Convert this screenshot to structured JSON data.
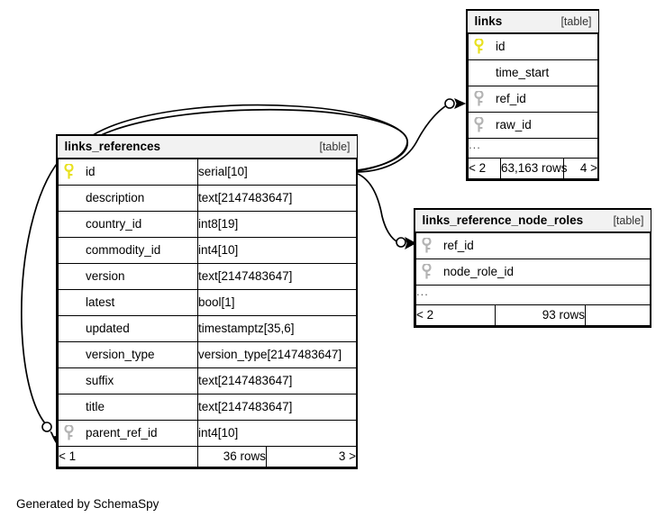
{
  "diagram": {
    "generator_caption": "Generated by SchemaSpy",
    "table_kind_label": "[table]",
    "ellipsis": "...",
    "colors": {
      "primary_key": "#e8e120",
      "foreign_key": "#b3b3b3",
      "header_background": "#f2f2f2",
      "border": "#000000",
      "background": "#ffffff"
    }
  },
  "tables": {
    "links": {
      "name": "links",
      "kind": "[table]",
      "columns": [
        {
          "key": "primary",
          "name": "id"
        },
        {
          "key": "none",
          "name": "time_start"
        },
        {
          "key": "foreign",
          "name": "ref_id"
        },
        {
          "key": "foreign",
          "name": "raw_id"
        }
      ],
      "has_ellipsis": true,
      "footer": {
        "left": "< 2",
        "center": "63,163 rows",
        "right": "4 >"
      }
    },
    "links_references": {
      "name": "links_references",
      "kind": "[table]",
      "columns": [
        {
          "key": "primary",
          "name": "id",
          "type": "serial[10]"
        },
        {
          "key": "none",
          "name": "description",
          "type": "text[2147483647]"
        },
        {
          "key": "none",
          "name": "country_id",
          "type": "int8[19]"
        },
        {
          "key": "none",
          "name": "commodity_id",
          "type": "int4[10]"
        },
        {
          "key": "none",
          "name": "version",
          "type": "text[2147483647]"
        },
        {
          "key": "none",
          "name": "latest",
          "type": "bool[1]"
        },
        {
          "key": "none",
          "name": "updated",
          "type": "timestamptz[35,6]"
        },
        {
          "key": "none",
          "name": "version_type",
          "type": "version_type[2147483647]"
        },
        {
          "key": "none",
          "name": "suffix",
          "type": "text[2147483647]"
        },
        {
          "key": "none",
          "name": "title",
          "type": "text[2147483647]"
        },
        {
          "key": "foreign",
          "name": "parent_ref_id",
          "type": "int4[10]"
        }
      ],
      "has_ellipsis": false,
      "footer": {
        "left": "< 1",
        "center": "36 rows",
        "right": "3 >"
      }
    },
    "links_reference_node_roles": {
      "name": "links_reference_node_roles",
      "kind": "[table]",
      "columns": [
        {
          "key": "foreign",
          "name": "ref_id"
        },
        {
          "key": "foreign",
          "name": "node_role_id"
        }
      ],
      "has_ellipsis": true,
      "footer": {
        "left": "< 2",
        "center": "93 rows",
        "right": ""
      }
    }
  },
  "relationships": [
    {
      "from": "links_references.id",
      "to": "links.ref_id"
    },
    {
      "from": "links_references.id",
      "to": "links.ref_id"
    },
    {
      "from": "links_references.id",
      "to": "links_reference_node_roles.ref_id"
    },
    {
      "from": "links_references.id",
      "to": "links_references.parent_ref_id"
    }
  ]
}
